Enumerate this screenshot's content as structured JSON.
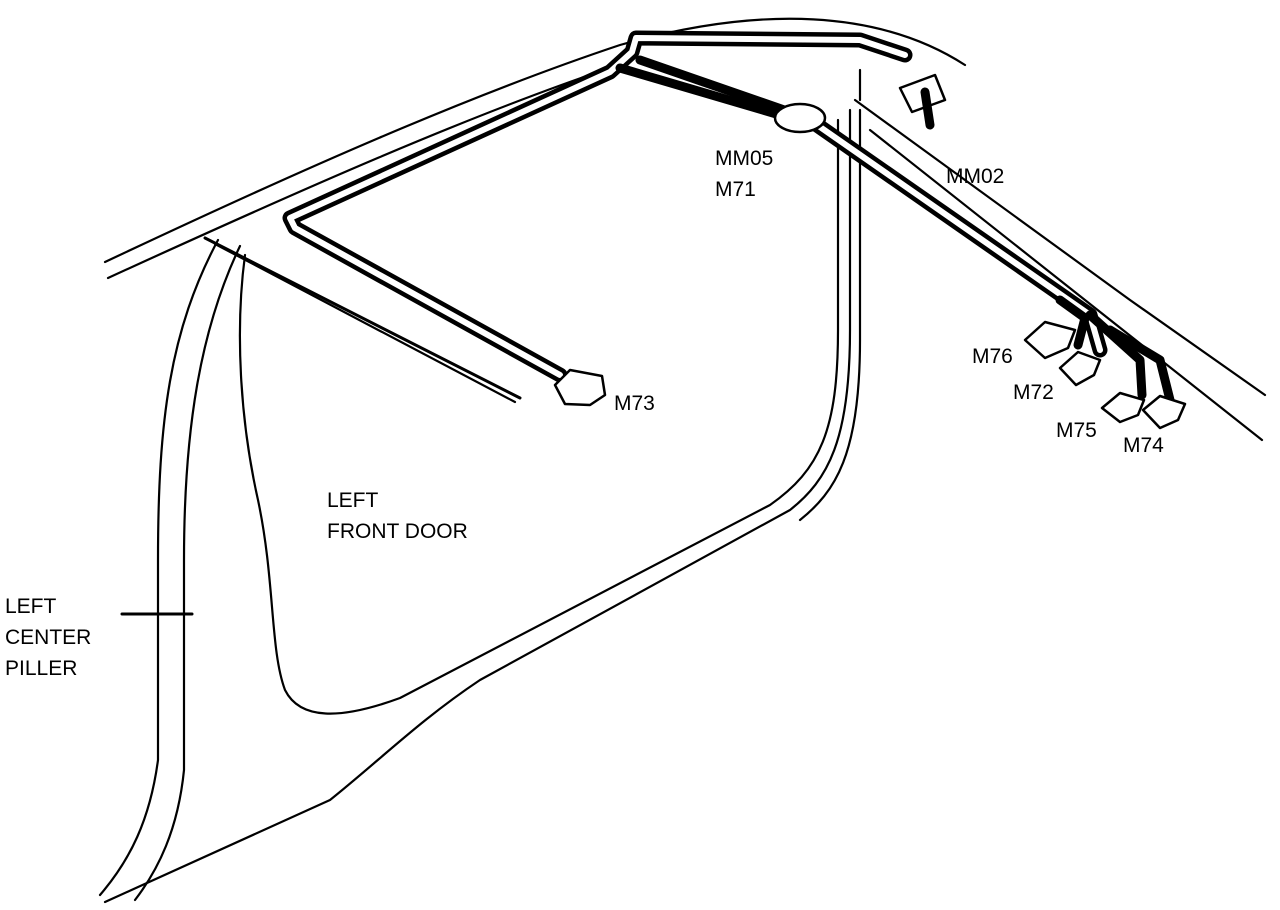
{
  "labels": {
    "mm05": "MM05",
    "m71": "M71",
    "mm02": "MM02",
    "m73": "M73",
    "m76": "M76",
    "m72": "M72",
    "m75": "M75",
    "m74": "M74",
    "left_front_door_line1": "LEFT",
    "left_front_door_line2": "FRONT DOOR",
    "left_center_pillar_line1": "LEFT",
    "left_center_pillar_line2": "CENTER",
    "left_center_pillar_line3": "PILLER"
  }
}
